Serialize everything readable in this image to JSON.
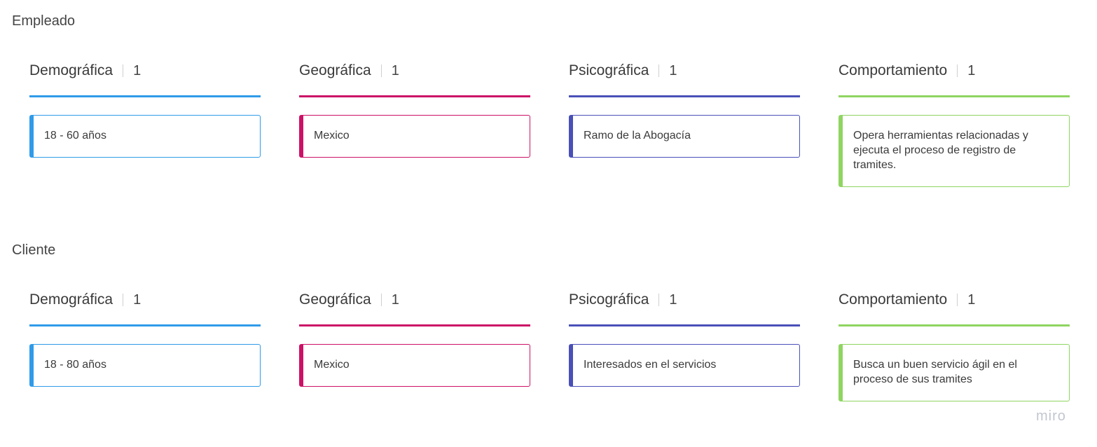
{
  "colors": {
    "blue": "#2f9be9",
    "pink": "#cc1167",
    "indigo": "#4a50b8",
    "green": "#8fd561"
  },
  "sections": [
    {
      "title": "Empleado",
      "columns": [
        {
          "label": "Demográfica",
          "count": "1",
          "color": "blue",
          "card": "18 - 60 años"
        },
        {
          "label": "Geográfica",
          "count": "1",
          "color": "pink",
          "card": "Mexico"
        },
        {
          "label": "Psicográfica",
          "count": "1",
          "color": "indigo",
          "card": "Ramo de la Abogacía"
        },
        {
          "label": "Comportamiento",
          "count": "1",
          "color": "green",
          "card": "Opera herramientas relacionadas y ejecuta el proceso de registro de tramites."
        }
      ]
    },
    {
      "title": "Cliente",
      "columns": [
        {
          "label": "Demográfica",
          "count": "1",
          "color": "blue",
          "card": "18 - 80 años"
        },
        {
          "label": "Geográfica",
          "count": "1",
          "color": "pink",
          "card": "Mexico"
        },
        {
          "label": "Psicográfica",
          "count": "1",
          "color": "indigo",
          "card": "Interesados en el servicios"
        },
        {
          "label": "Comportamiento",
          "count": "1",
          "color": "green",
          "card": "Busca un buen servicio ágil en el proceso de sus tramites"
        }
      ]
    }
  ],
  "watermark": "miro"
}
